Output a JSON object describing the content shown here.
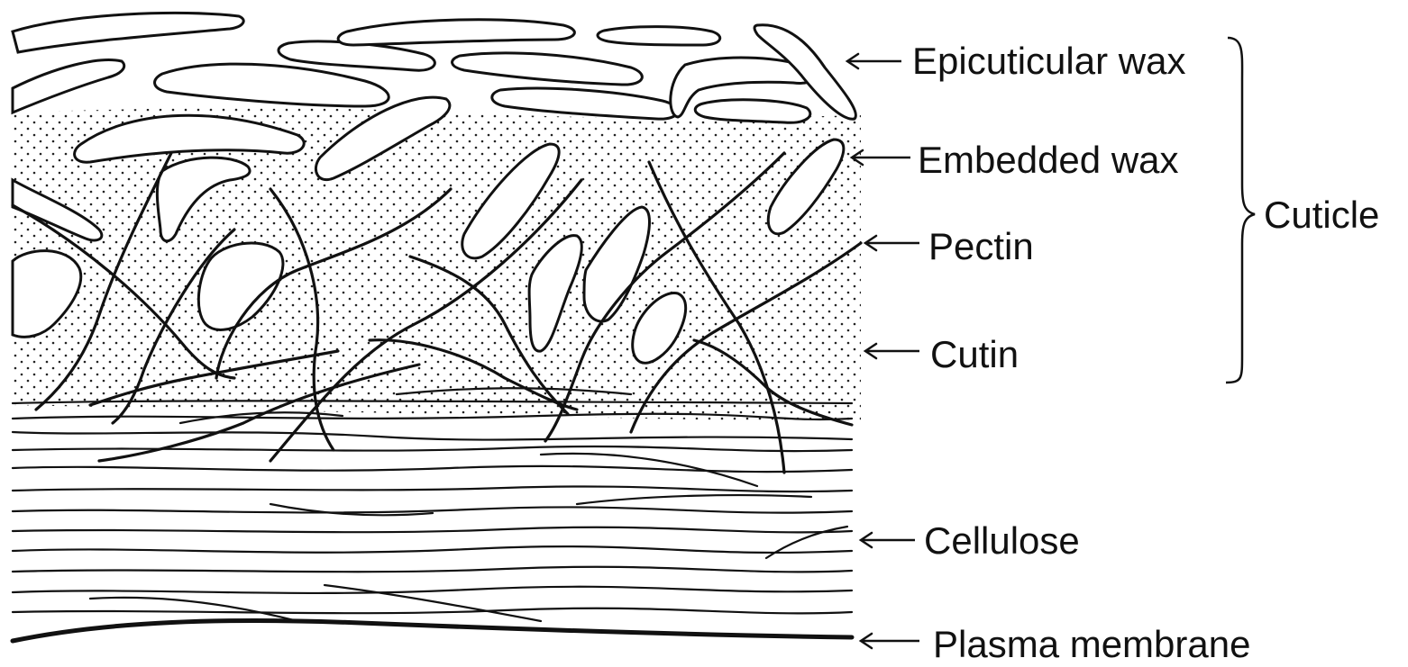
{
  "labels": {
    "epicuticular_wax": "Epicuticular wax",
    "embedded_wax": "Embedded wax",
    "pectin": "Pectin",
    "cutin": "Cutin",
    "cellulose": "Cellulose",
    "plasma_membrane": "Plasma membrane",
    "cuticle": "Cuticle"
  }
}
